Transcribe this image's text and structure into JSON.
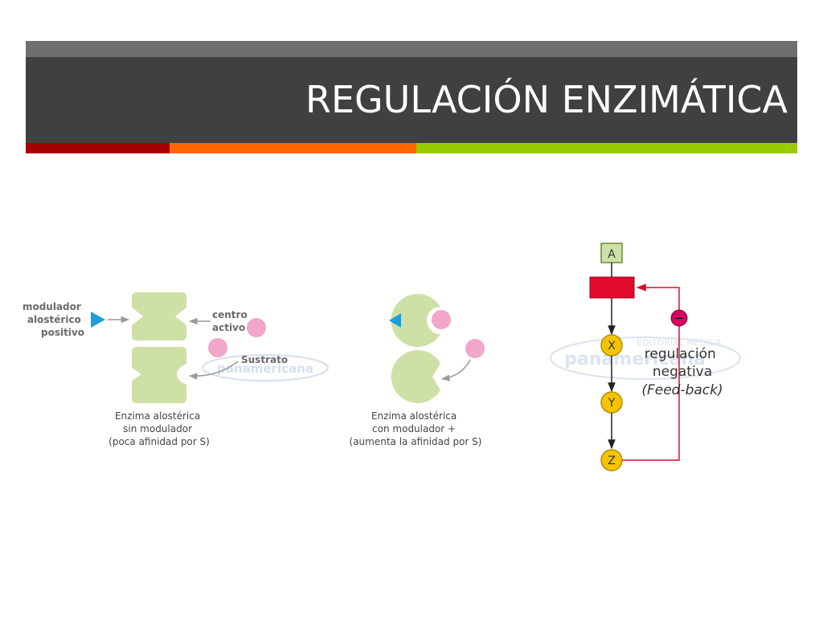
{
  "slide": {
    "title": "REGULACIÓN ENZIMÁTICA"
  },
  "colors": {
    "header_top": "#6f6f6f",
    "header_main": "#404040",
    "accent_red": "#a50000",
    "accent_orange": "#ff6600",
    "accent_green": "#99cc00",
    "enzyme_green": "#cfe0a6",
    "substrate_pink": "#f2a6c8",
    "modulator_blue": "#1aa0d8",
    "node_yellow": "#f5c400",
    "inhibition_red": "#e10b2c",
    "label_gray": "#6a6a6a"
  },
  "panel_without_modulator": {
    "modulator_label": [
      "modulador",
      "alostérico",
      "positivo"
    ],
    "active_site_label": [
      "centro",
      "activo"
    ],
    "substrate_label": "Sustrato",
    "caption": [
      "Enzima alostérica",
      "sin modulador",
      "(poca afinidad por S)"
    ]
  },
  "panel_with_modulator": {
    "caption": [
      "Enzima alostérica",
      "con modulador +",
      "(aumenta la afinidad por S)"
    ]
  },
  "feedback_pathway": {
    "start_node": "A",
    "nodes": [
      "X",
      "Y",
      "Z"
    ],
    "inhibition_symbol": "−",
    "label_lines": [
      "regulación",
      "negativa"
    ],
    "label_italic": "(Feed-back)"
  },
  "watermark": {
    "line1": "EDITORIAL MEDICA",
    "line2": "panamericana"
  }
}
